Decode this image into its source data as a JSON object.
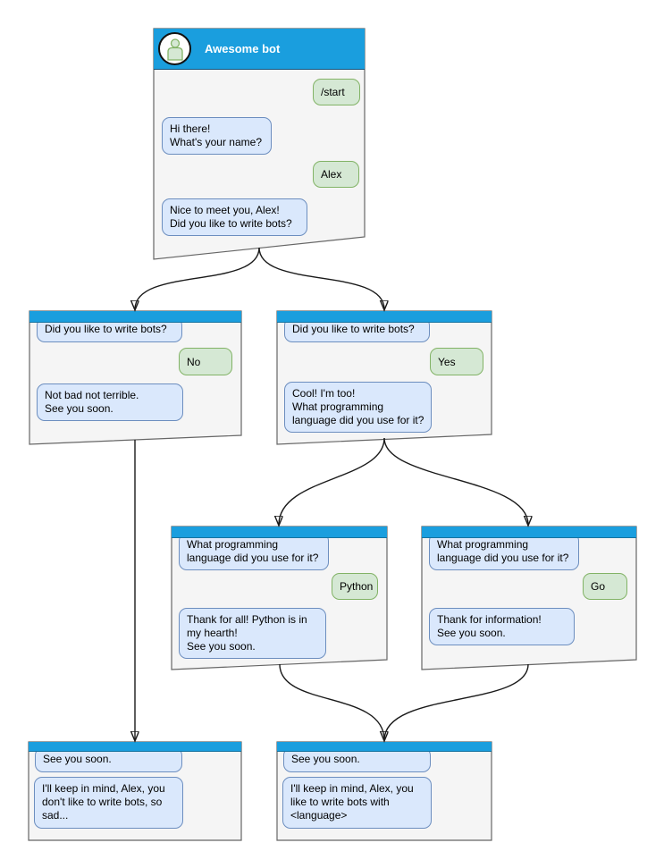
{
  "root": {
    "title": "Awesome bot",
    "m1": "/start",
    "m2": "Hi there!\nWhat's your name?",
    "m3": "Alex",
    "m4": "Nice to meet you, Alex!\nDid you like to write bots?"
  },
  "no_branch": {
    "m1": "Did you like to write bots?",
    "m2": "No",
    "m3": "Not bad not terrible.\nSee you soon."
  },
  "yes_branch": {
    "m1": "Did you like to write bots?",
    "m2": "Yes",
    "m3": "Cool! I'm too!\nWhat programming\nlanguage did you use for it?"
  },
  "python_branch": {
    "m1": "What programming\nlanguage did you use for it?",
    "m2": "Python",
    "m3": "Thank for all! Python is in\nmy hearth!\nSee you soon."
  },
  "go_branch": {
    "m1": "What programming\nlanguage did you use for it?",
    "m2": "Go",
    "m3": "Thank for information!\nSee you soon."
  },
  "end_no": {
    "m1": "See you soon.",
    "m2": "I'll keep in mind, Alex, you\ndon't like to write bots, so\nsad..."
  },
  "end_yes": {
    "m1": "See you soon.",
    "m2": "I'll keep in mind, Alex, you\nlike to write bots with\n<language>"
  },
  "colors": {
    "titlebar_blue": "#1a9ede",
    "bot_bubble_fill": "#dae8fc",
    "bot_bubble_border": "#6c8ebf",
    "user_bubble_fill": "#d5e8d4",
    "user_bubble_border": "#82b366",
    "window_body": "#f5f5f5",
    "window_border": "#666666"
  }
}
